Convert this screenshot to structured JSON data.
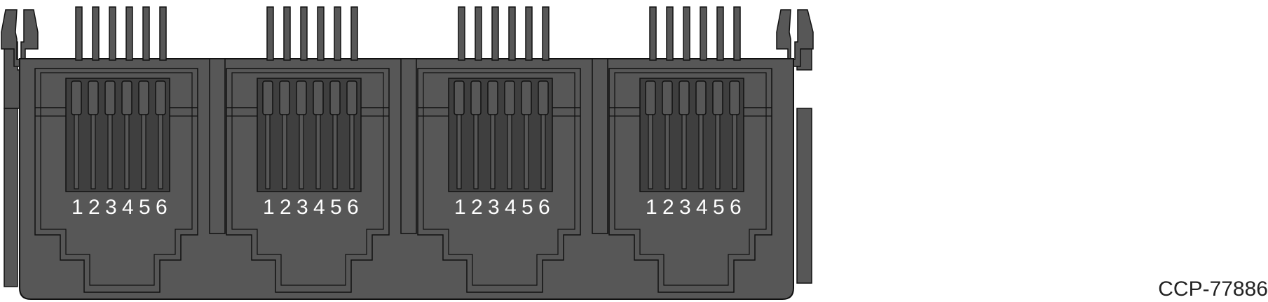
{
  "figure": {
    "caption": "CCP-77886"
  },
  "ports": [
    {
      "pins": [
        "1",
        "2",
        "3",
        "4",
        "5",
        "6"
      ]
    },
    {
      "pins": [
        "1",
        "2",
        "3",
        "4",
        "5",
        "6"
      ]
    },
    {
      "pins": [
        "1",
        "2",
        "3",
        "4",
        "5",
        "6"
      ]
    },
    {
      "pins": [
        "1",
        "2",
        "3",
        "4",
        "5",
        "6"
      ]
    }
  ],
  "colors": {
    "housing": "#575757",
    "housing_dark": "#3f3f3f",
    "outline": "#111111",
    "label": "#ffffff"
  }
}
